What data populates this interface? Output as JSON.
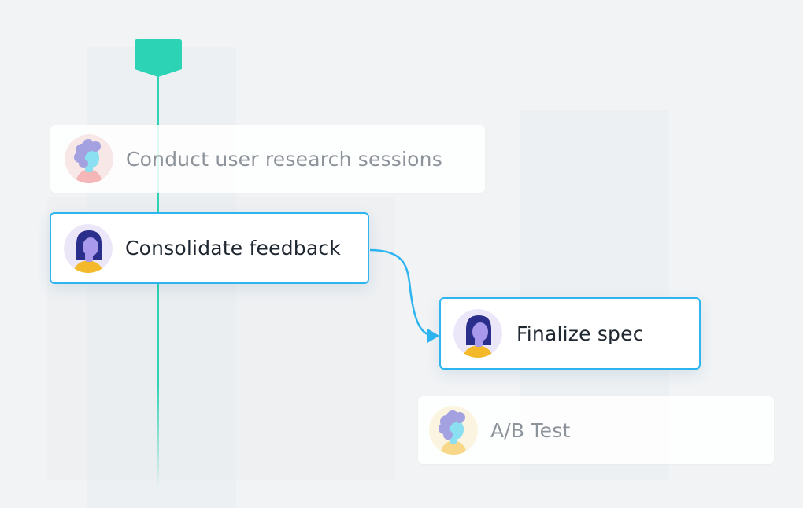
{
  "timeline": {
    "accent_color": "#2cd3b4",
    "link_color": "#2eb5f0",
    "milestone_icon": "milestone-flag-icon"
  },
  "tasks": [
    {
      "label": "Conduct user research sessions",
      "state": "faded",
      "avatar": "curly-hair-person-avatar"
    },
    {
      "label": "Consolidate feedback",
      "state": "active",
      "avatar": "long-dark-hair-person-avatar"
    },
    {
      "label": "Finalize spec",
      "state": "active",
      "avatar": "long-dark-hair-person-avatar"
    },
    {
      "label": "A/B Test",
      "state": "faded",
      "avatar": "curly-hair-person-avatar"
    }
  ],
  "dependency": {
    "from": "Consolidate feedback",
    "to": "Finalize spec",
    "icon": "dependency-arrow-icon"
  }
}
